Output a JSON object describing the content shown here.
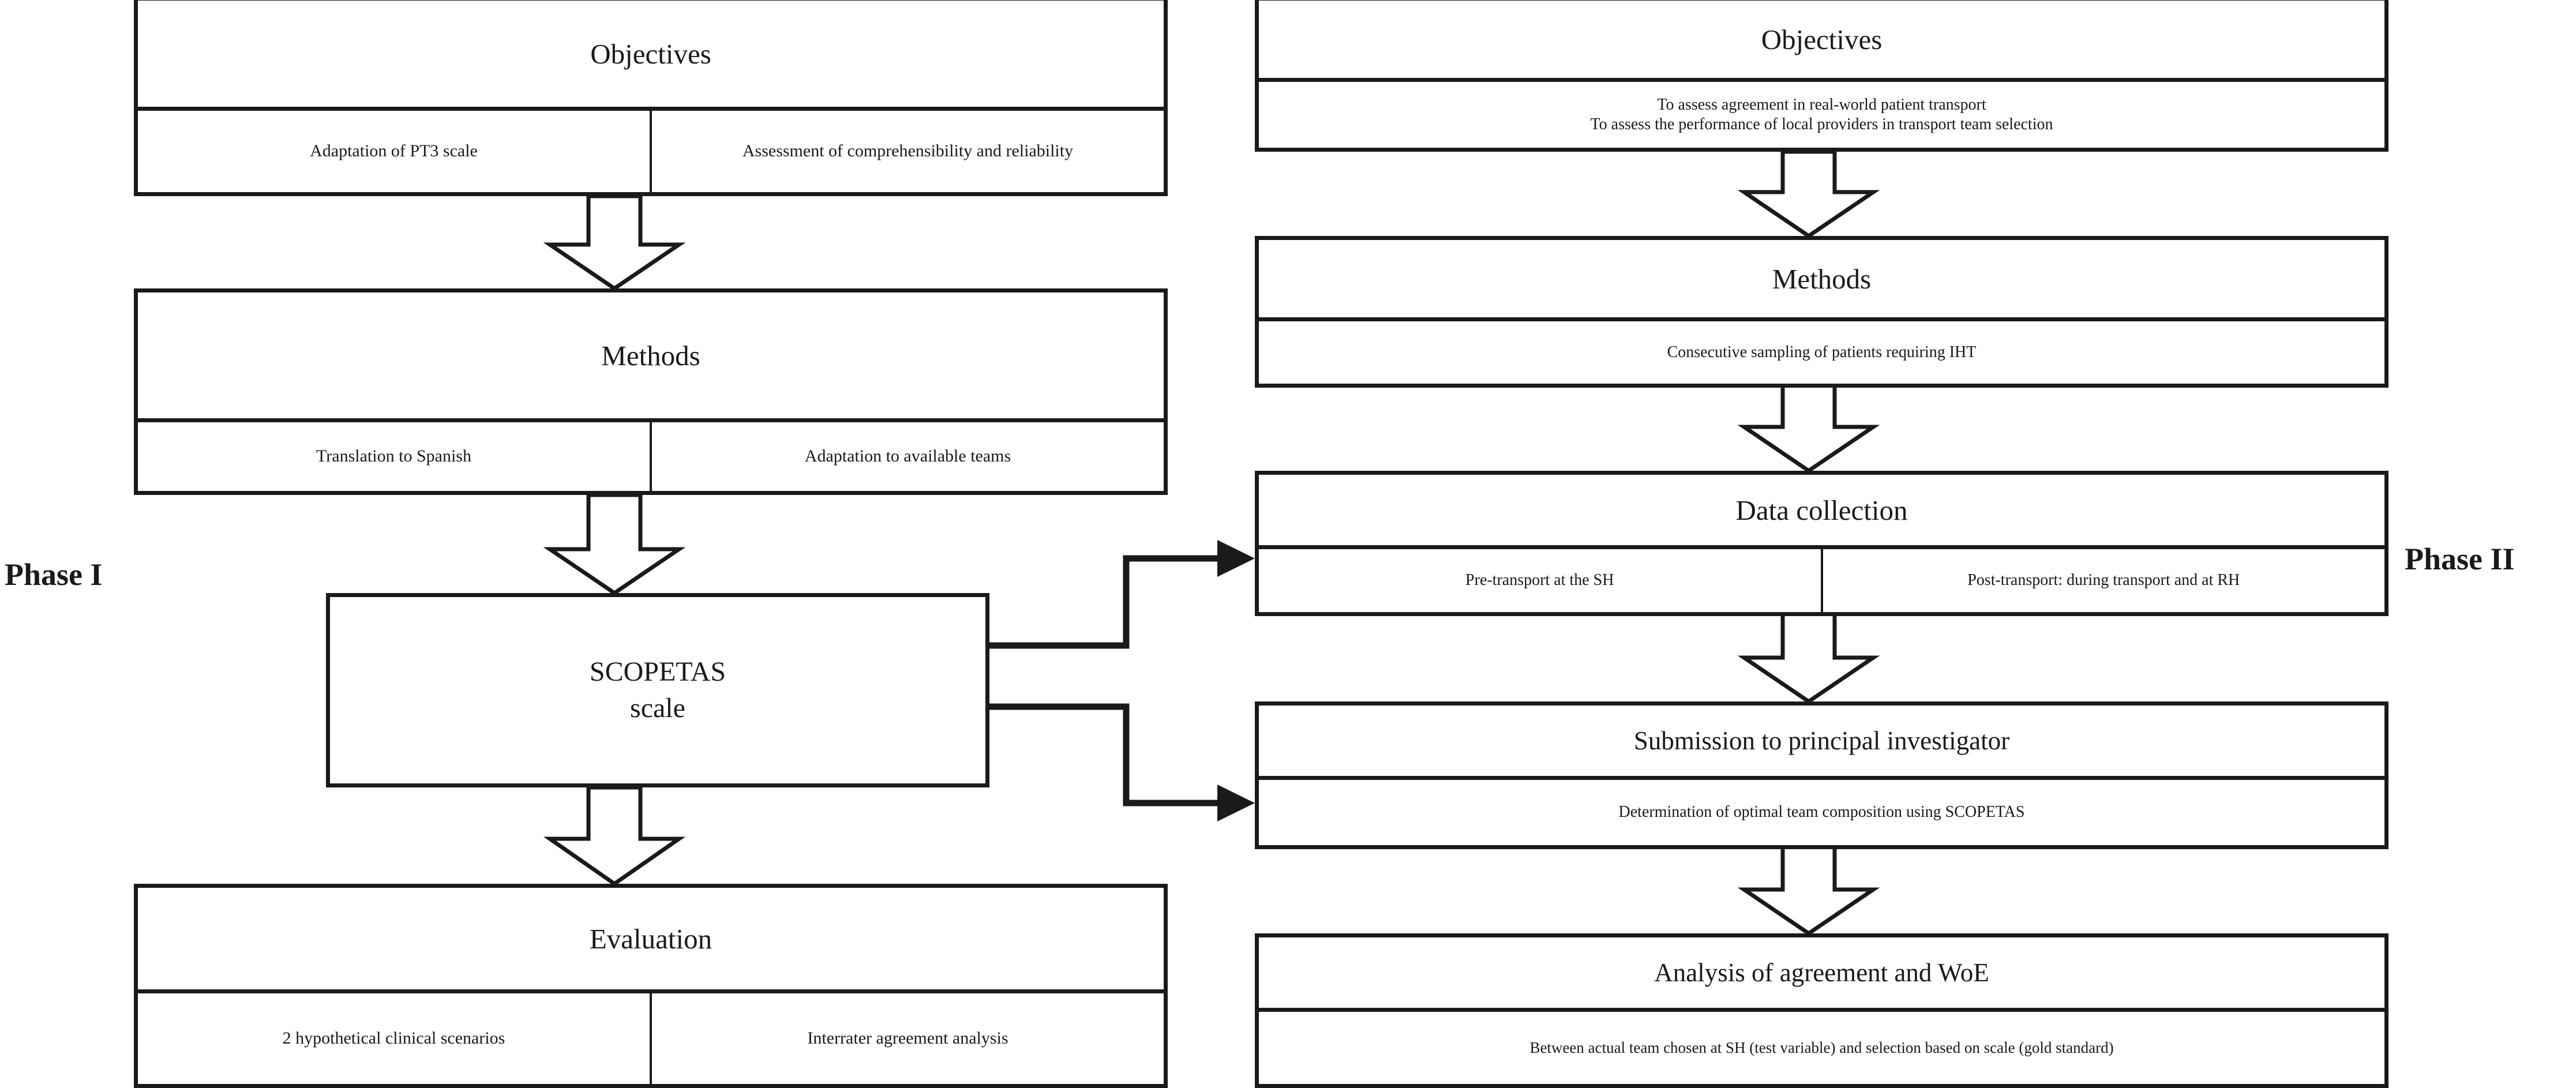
{
  "figure": {
    "type": "flowchart",
    "description": "Two-phase study flow diagram for the SCOPETAS scale",
    "phases": [
      {
        "id": "phase-1",
        "label": "Phase I",
        "side": "left"
      },
      {
        "id": "phase-2",
        "label": "Phase II",
        "side": "right"
      }
    ]
  },
  "left_column": {
    "boxes": [
      {
        "id": "objectives-1",
        "header": "Objectives",
        "cells": [
          "Adaptation of PT3 scale",
          "Assessment of comprehensibility and reliability"
        ]
      },
      {
        "id": "methods-1",
        "header": "Methods",
        "cells": [
          "Translation to Spanish",
          "Adaptation to available teams"
        ]
      },
      {
        "id": "scopetas",
        "header": "SCOPETAS",
        "header_line2": "scale",
        "cells": []
      },
      {
        "id": "evaluation",
        "header": "Evaluation",
        "cells": [
          "2 hypothetical clinical scenarios",
          "Interrater agreement analysis"
        ]
      }
    ]
  },
  "right_column": {
    "boxes": [
      {
        "id": "objectives-2",
        "header": "Objectives",
        "cells": [
          "To assess agreement in real-world patient transport\nTo assess the performance of local providers in transport team selection"
        ]
      },
      {
        "id": "methods-2",
        "header": "Methods",
        "cells": [
          "Consecutive sampling of patients requiring IHT"
        ]
      },
      {
        "id": "data-collection",
        "header": "Data collection",
        "cells": [
          "Pre-transport at the SH",
          "Post-transport: during transport and at RH"
        ]
      },
      {
        "id": "submission",
        "header": "Submission to principal investigator",
        "cells": [
          "Determination of optimal team composition using SCOPETAS"
        ]
      },
      {
        "id": "analysis",
        "header": "Analysis of agreement and WoE",
        "cells": [
          "Between actual team chosen at SH (test variable) and selection based on scale (gold standard)"
        ]
      }
    ]
  },
  "colors": {
    "line": "#1a1a1a",
    "fill": "#ffffff",
    "text": "#1a1a1a"
  }
}
